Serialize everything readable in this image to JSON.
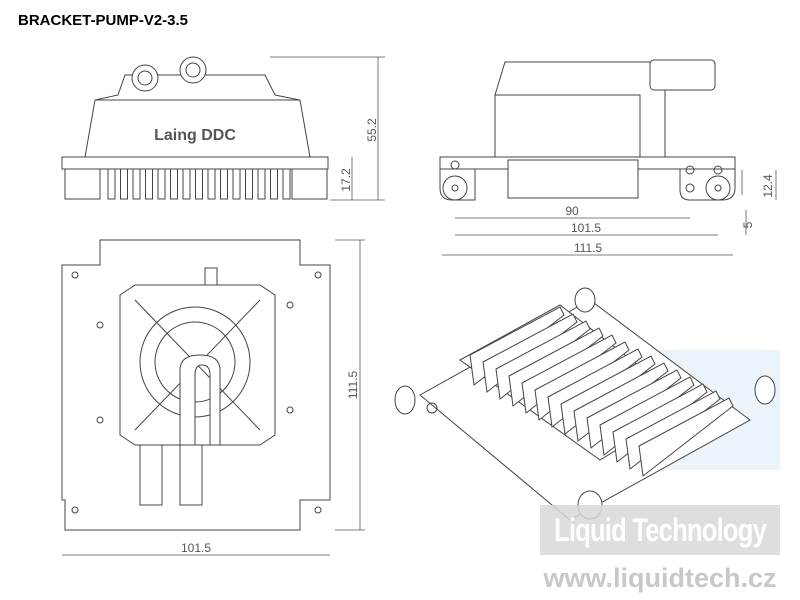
{
  "title": "BRACKET-PUMP-V2-3.5",
  "front_view": {
    "pump_label": "Laing DDC",
    "dims": {
      "height_total": "55.2",
      "height_bracket": "17.2"
    }
  },
  "side_view": {
    "dims": {
      "width_inner": "90",
      "width_mid": "101.5",
      "width_total": "111.5",
      "hole_height": "12.4",
      "hole_offset": "5"
    }
  },
  "top_view": {
    "dims": {
      "height": "111.5",
      "width": "101.5"
    }
  },
  "watermark": {
    "company": "Liquid Technology",
    "url": "www.liquidtech.cz",
    "accent": "#d6e9f5"
  }
}
